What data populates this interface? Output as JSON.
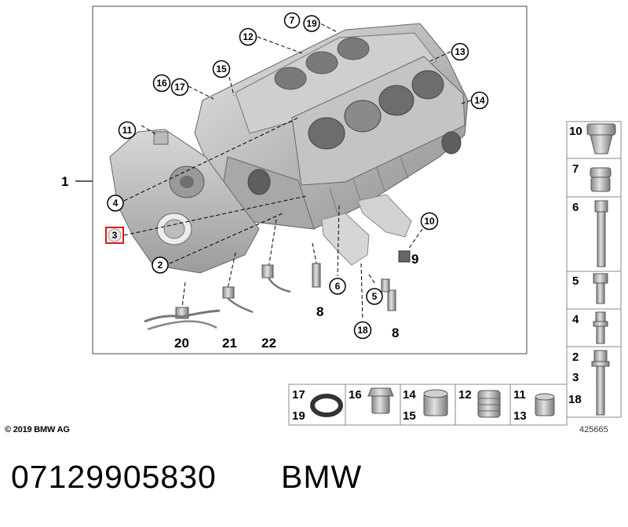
{
  "diagram": {
    "assembly_label": "1",
    "callouts_main": [
      {
        "id": "c7",
        "text": "7"
      },
      {
        "id": "c19",
        "text": "19"
      },
      {
        "id": "c12",
        "text": "12"
      },
      {
        "id": "c13",
        "text": "13"
      },
      {
        "id": "c15",
        "text": "15"
      },
      {
        "id": "c16",
        "text": "16"
      },
      {
        "id": "c17",
        "text": "17"
      },
      {
        "id": "c14",
        "text": "14"
      },
      {
        "id": "c11",
        "text": "11"
      },
      {
        "id": "c4",
        "text": "4"
      },
      {
        "id": "c3",
        "text": "3",
        "highlighted": true
      },
      {
        "id": "c2",
        "text": "2"
      },
      {
        "id": "c10",
        "text": "10"
      },
      {
        "id": "c6",
        "text": "6"
      },
      {
        "id": "c5",
        "text": "5"
      },
      {
        "id": "c18",
        "text": "18"
      }
    ],
    "labels_plain": [
      {
        "id": "l9",
        "text": "9"
      },
      {
        "id": "l8a",
        "text": "8"
      },
      {
        "id": "l8b",
        "text": "8"
      },
      {
        "id": "l20",
        "text": "20"
      },
      {
        "id": "l21",
        "text": "21"
      },
      {
        "id": "l22",
        "text": "22"
      }
    ],
    "side_legend": [
      {
        "id": "s10",
        "text": "10",
        "icon": "plug-nut-icon"
      },
      {
        "id": "s7",
        "text": "7",
        "icon": "screw-plug-icon"
      },
      {
        "id": "s6",
        "text": "6",
        "icon": "long-bolt-icon"
      },
      {
        "id": "s5",
        "text": "5",
        "icon": "short-bolt-icon"
      },
      {
        "id": "s4",
        "text": "4",
        "icon": "stud-bolt-icon"
      },
      {
        "id": "s2_3_18",
        "lines": [
          "2",
          "3",
          "18"
        ],
        "icon": "long-flange-bolt-icon"
      }
    ],
    "bottom_legend": [
      {
        "id": "b17_19",
        "lines": [
          "17",
          "19"
        ],
        "icon": "o-ring-icon"
      },
      {
        "id": "b16",
        "lines": [
          "16"
        ],
        "icon": "screw-plug-icon"
      },
      {
        "id": "b14_15",
        "lines": [
          "14",
          "15"
        ],
        "icon": "sleeve-icon"
      },
      {
        "id": "b12",
        "lines": [
          "12"
        ],
        "icon": "threaded-plug-icon"
      },
      {
        "id": "b11_13",
        "lines": [
          "11",
          "13"
        ],
        "icon": "dowel-sleeve-icon"
      }
    ],
    "highlight_color": "#e0141e"
  },
  "footer": {
    "copyright": "© 2019 BMW AG",
    "diagram_id": "425665"
  },
  "caption": {
    "part_number": "07129905830",
    "brand": "BMW"
  }
}
